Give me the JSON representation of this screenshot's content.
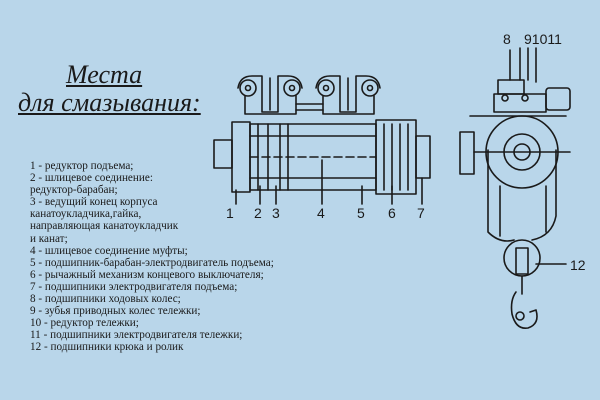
{
  "title": {
    "line1": "Места",
    "line2": "для смазывания:"
  },
  "legend": [
    "1 - редуктор подъема;",
    "2 - шлицевое соединение:",
    "редуктор-барабан;",
    "3 - ведущий конец корпуса",
    "канатоукладчика,гайка,",
    "направляющая канатоукладчик",
    "и канат;",
    "4 - шлицевое соединение муфты;",
    "5 - подшипник-барабан-электродвигатель подъема;",
    "6 - рычажный механизм концевого выключателя;",
    "7 - подшипники электродвигателя подъема;",
    "8 - подшипники ходовых колес;",
    "9 - зубья приводных колес тележки;",
    "10 - редуктор тележки;",
    "11 - подшипники электродвигателя тележки;",
    "12 - подшипники крюка и ролик"
  ],
  "callouts": {
    "n1": "1",
    "n2": "2",
    "n3": "3",
    "n4": "4",
    "n5": "5",
    "n6": "6",
    "n7": "7",
    "n8": "8",
    "n9_10_11": "91011",
    "n12": "12"
  },
  "colors": {
    "background": "#b9d6ea",
    "ink": "#1a1a1a"
  }
}
